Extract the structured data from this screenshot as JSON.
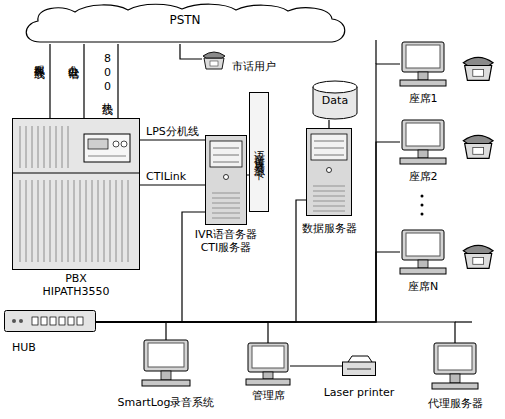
{
  "diagram": {
    "nodes": [
      {
        "text": [
          "PSTN"
        ]
      },
      {
        "text": [
          "市话用户"
        ]
      },
      {
        "text": [
          "PBX HIPATH3550"
        ]
      },
      {
        "text": [
          "IVR语音务器 CTI服务器"
        ]
      },
      {
        "text": [
          "语音传真资源卡"
        ]
      },
      {
        "text": [
          "Data"
        ]
      },
      {
        "text": [
          "数据服务器"
        ]
      },
      {
        "text": [
          "座席1"
        ]
      },
      {
        "text": [
          "座席2"
        ]
      },
      {
        "text": [
          "座席N"
        ]
      },
      {
        "text": [
          "HUB"
        ]
      },
      {
        "text": [
          "SmartLog录音系统"
        ]
      },
      {
        "text": [
          "管理席"
        ]
      },
      {
        "text": [
          "Laser printer"
        ]
      },
      {
        "text": [
          "代理服务器"
        ]
      }
    ],
    "edges": [
      {
        "from": 0,
        "to": 1,
        "arrow": "none"
      },
      {
        "from": 0,
        "to": 2,
        "label": "客服热线",
        "arrow": "none"
      },
      {
        "from": 0,
        "to": 2,
        "label": "办公电话",
        "arrow": "none"
      },
      {
        "from": 0,
        "to": 2,
        "label": "800热线",
        "arrow": "none"
      },
      {
        "from": 2,
        "to": 3,
        "label": "LPS分机线",
        "arrow": "none"
      },
      {
        "from": 2,
        "to": 3,
        "label": "CTILink",
        "arrow": "none"
      },
      {
        "from": 3,
        "to": 4,
        "arrow": "none"
      },
      {
        "from": 5,
        "to": 6,
        "arrow": "none"
      },
      {
        "from": 10,
        "to": 3,
        "arrow": "none"
      },
      {
        "from": 10,
        "to": 6,
        "arrow": "none"
      },
      {
        "from": 10,
        "to": 7,
        "arrow": "none"
      },
      {
        "from": 10,
        "to": 8,
        "arrow": "none"
      },
      {
        "from": 10,
        "to": 9,
        "arrow": "none"
      },
      {
        "from": 10,
        "to": 11,
        "arrow": "none"
      },
      {
        "from": 10,
        "to": 12,
        "arrow": "none"
      },
      {
        "from": 10,
        "to": 14,
        "arrow": "none"
      },
      {
        "from": 12,
        "to": 13,
        "arrow": "none"
      }
    ]
  }
}
